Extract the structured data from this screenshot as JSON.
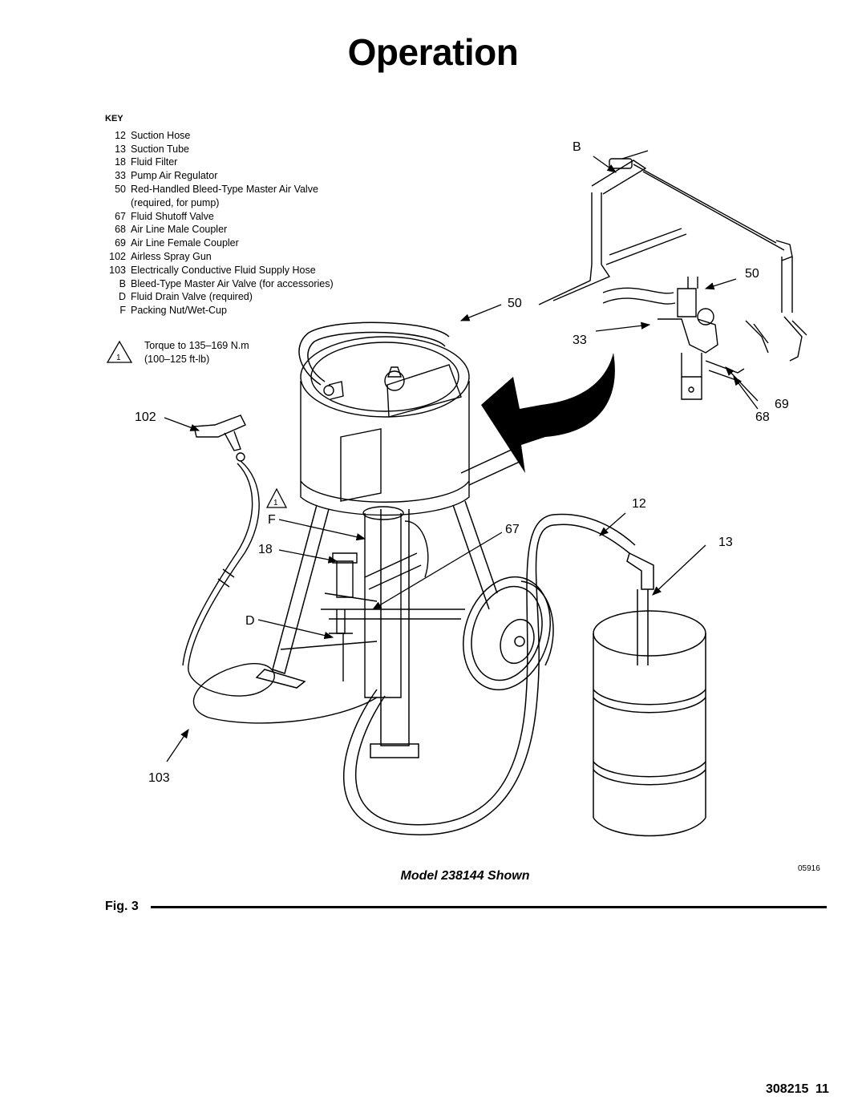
{
  "title": "Operation",
  "key": {
    "heading": "KEY",
    "items": [
      {
        "id": "12",
        "desc": "Suction Hose"
      },
      {
        "id": "13",
        "desc": "Suction Tube"
      },
      {
        "id": "18",
        "desc": "Fluid Filter"
      },
      {
        "id": "33",
        "desc": "Pump Air Regulator"
      },
      {
        "id": "50",
        "desc": "Red-Handled Bleed-Type Master Air Valve"
      },
      {
        "id": "",
        "desc": "(required, for pump)"
      },
      {
        "id": "67",
        "desc": "Fluid Shutoff Valve"
      },
      {
        "id": "68",
        "desc": "Air Line Male Coupler"
      },
      {
        "id": "69",
        "desc": "Air Line Female Coupler"
      },
      {
        "id": "102",
        "desc": "Airless Spray Gun"
      },
      {
        "id": "103",
        "desc": "Electrically Conductive Fluid Supply Hose"
      },
      {
        "id": "B",
        "desc": "Bleed-Type Master Air Valve (for accessories)"
      },
      {
        "id": "D",
        "desc": "Fluid Drain Valve (required)"
      },
      {
        "id": "F",
        "desc": "Packing Nut/Wet-Cup"
      }
    ]
  },
  "torque_note": {
    "symbol": "1",
    "line1": "Torque to 135–169 N.m",
    "line2": "(100–125 ft-lb)"
  },
  "callouts": {
    "b": "B",
    "fifty_right": "50",
    "fifty_left": "50",
    "thirtythree": "33",
    "sixtynine": "69",
    "sixtyeight": "68",
    "onetwo": "102",
    "twelve": "12",
    "sixtyseven": "67",
    "thirteen": "13",
    "f": "F",
    "eighteen": "18",
    "d": "D",
    "onezerothree": "103",
    "one_marker": "1"
  },
  "caption": "Model 238144 Shown",
  "drawing_number": "05916",
  "figure_label": "Fig. 3",
  "footer": {
    "doc_number": "308215",
    "page_number": "11"
  }
}
